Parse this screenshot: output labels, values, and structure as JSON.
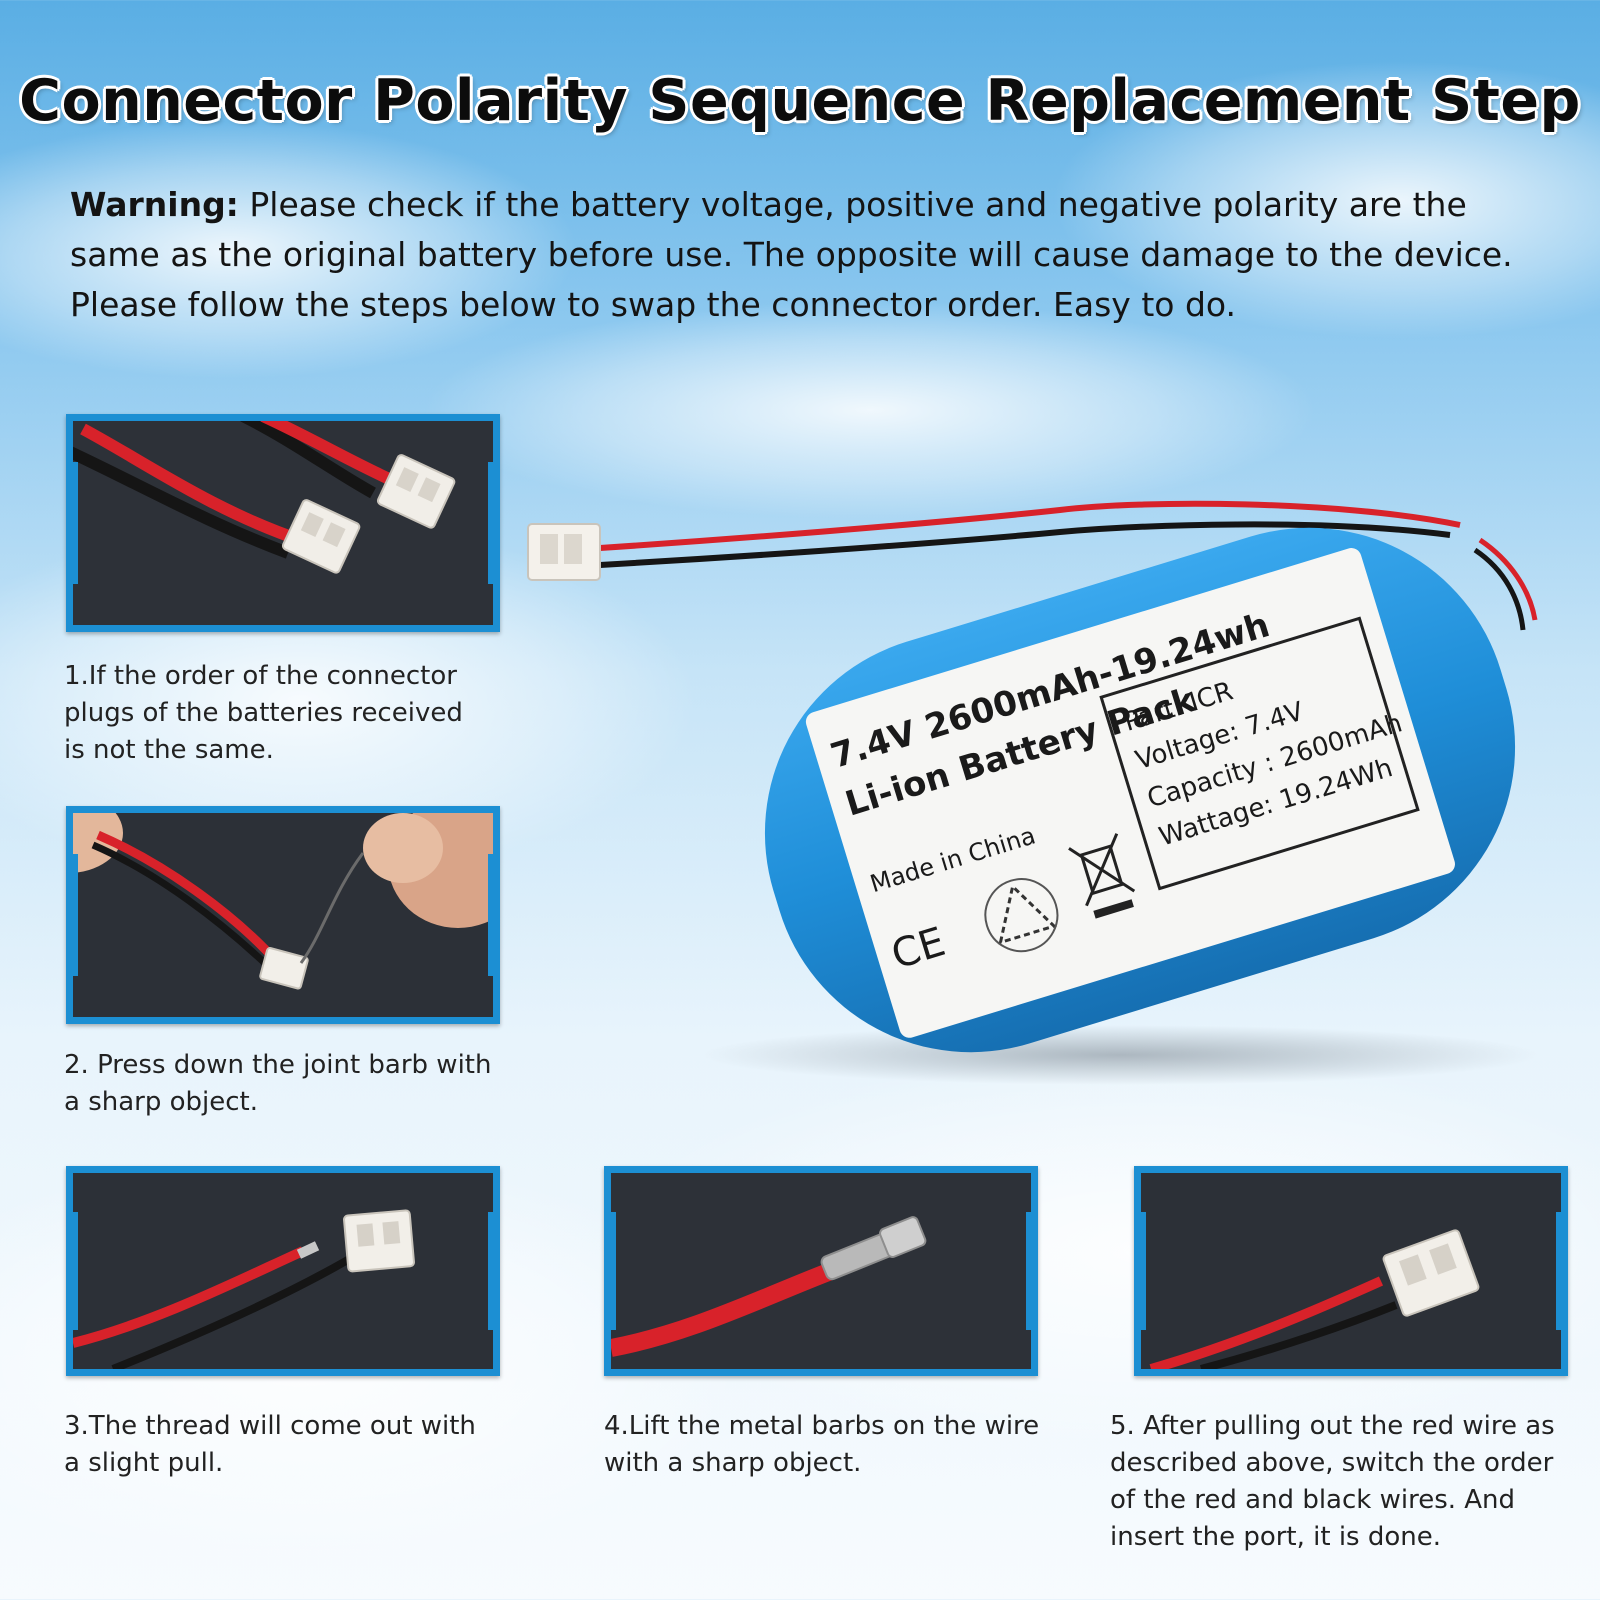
{
  "title": "Connector Polarity Sequence Replacement Step",
  "warning": {
    "label": "Warning:",
    "text": " Please check if the battery voltage, positive and negative polarity are the same as the original battery before use. The opposite will cause damage to the device. Please follow the steps below to swap the connector order. Easy to do."
  },
  "steps": [
    {
      "text": "1.If the order of the connector\n   plugs of the batteries received\n   is not the same."
    },
    {
      "text": "2. Press down the joint barb with\n   a sharp object."
    },
    {
      "text": "3.The thread will come out with\n   a slight pull."
    },
    {
      "text": "4.Lift the metal barbs on the wire\n   with a sharp object."
    },
    {
      "text": "5. After pulling out the red wire as\n   described above, switch the order\n   of the red and black wires. And\n   insert the port, it is done."
    }
  ],
  "battery_label": {
    "line1": "7.4V 2600mAh-19.24wh",
    "line2": "Li-ion Battery Pack",
    "made_in": "Made in China",
    "ce": "CE",
    "part": "Part: ICR",
    "voltage": "Voltage: 7.4V",
    "capacity": "Capacity : 2600mAh",
    "wattage": "Wattage: 19.24Wh"
  },
  "colors": {
    "frame": "#1c8fd3",
    "battery_body": "#1f8ed8",
    "wire_red": "#d8222a",
    "wire_black": "#151515"
  },
  "icons": [
    "recycle-icon",
    "weee-bin-icon"
  ]
}
